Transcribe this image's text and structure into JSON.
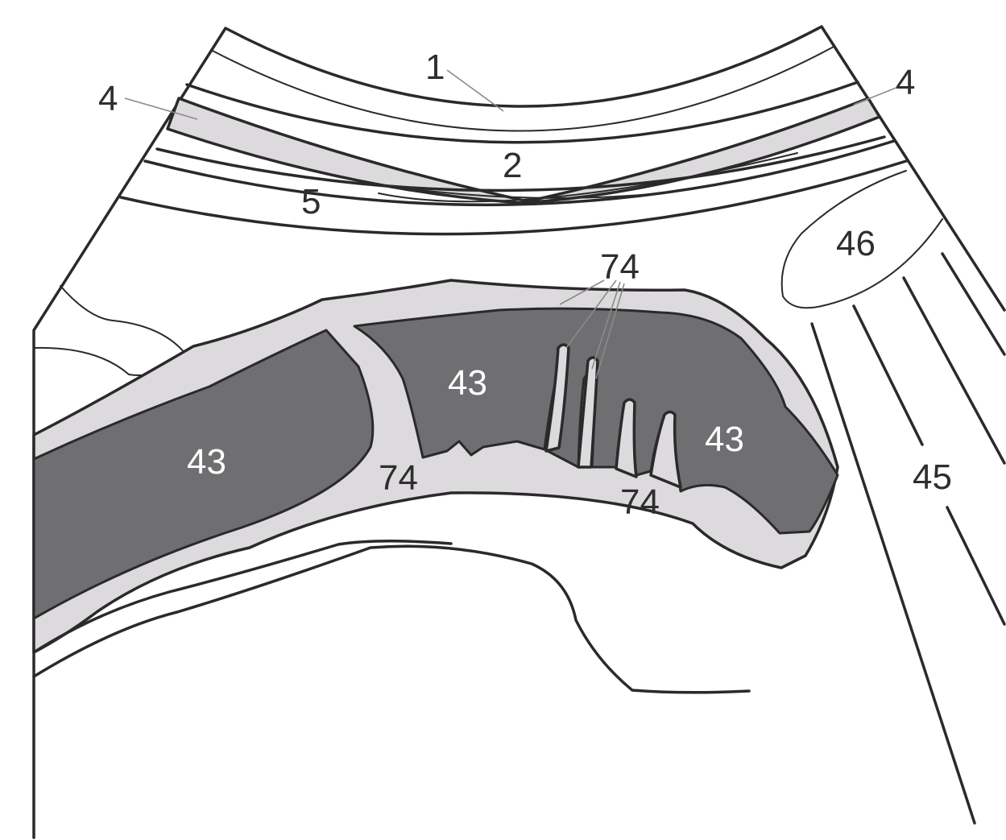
{
  "diagram": {
    "labels": {
      "l1": "1",
      "l2": "2",
      "l4_left": "4",
      "l4_right": "4",
      "l5": "5",
      "l43_a": "43",
      "l43_b": "43",
      "l43_c": "43",
      "l45": "45",
      "l46": "46",
      "l74_top": "74",
      "l74_mid": "74",
      "l74_right": "74"
    },
    "colors": {
      "dark_region": "#6f6f71",
      "light_region": "#dcdadc",
      "outline": "#2a2a2a",
      "background": "#ffffff"
    }
  }
}
